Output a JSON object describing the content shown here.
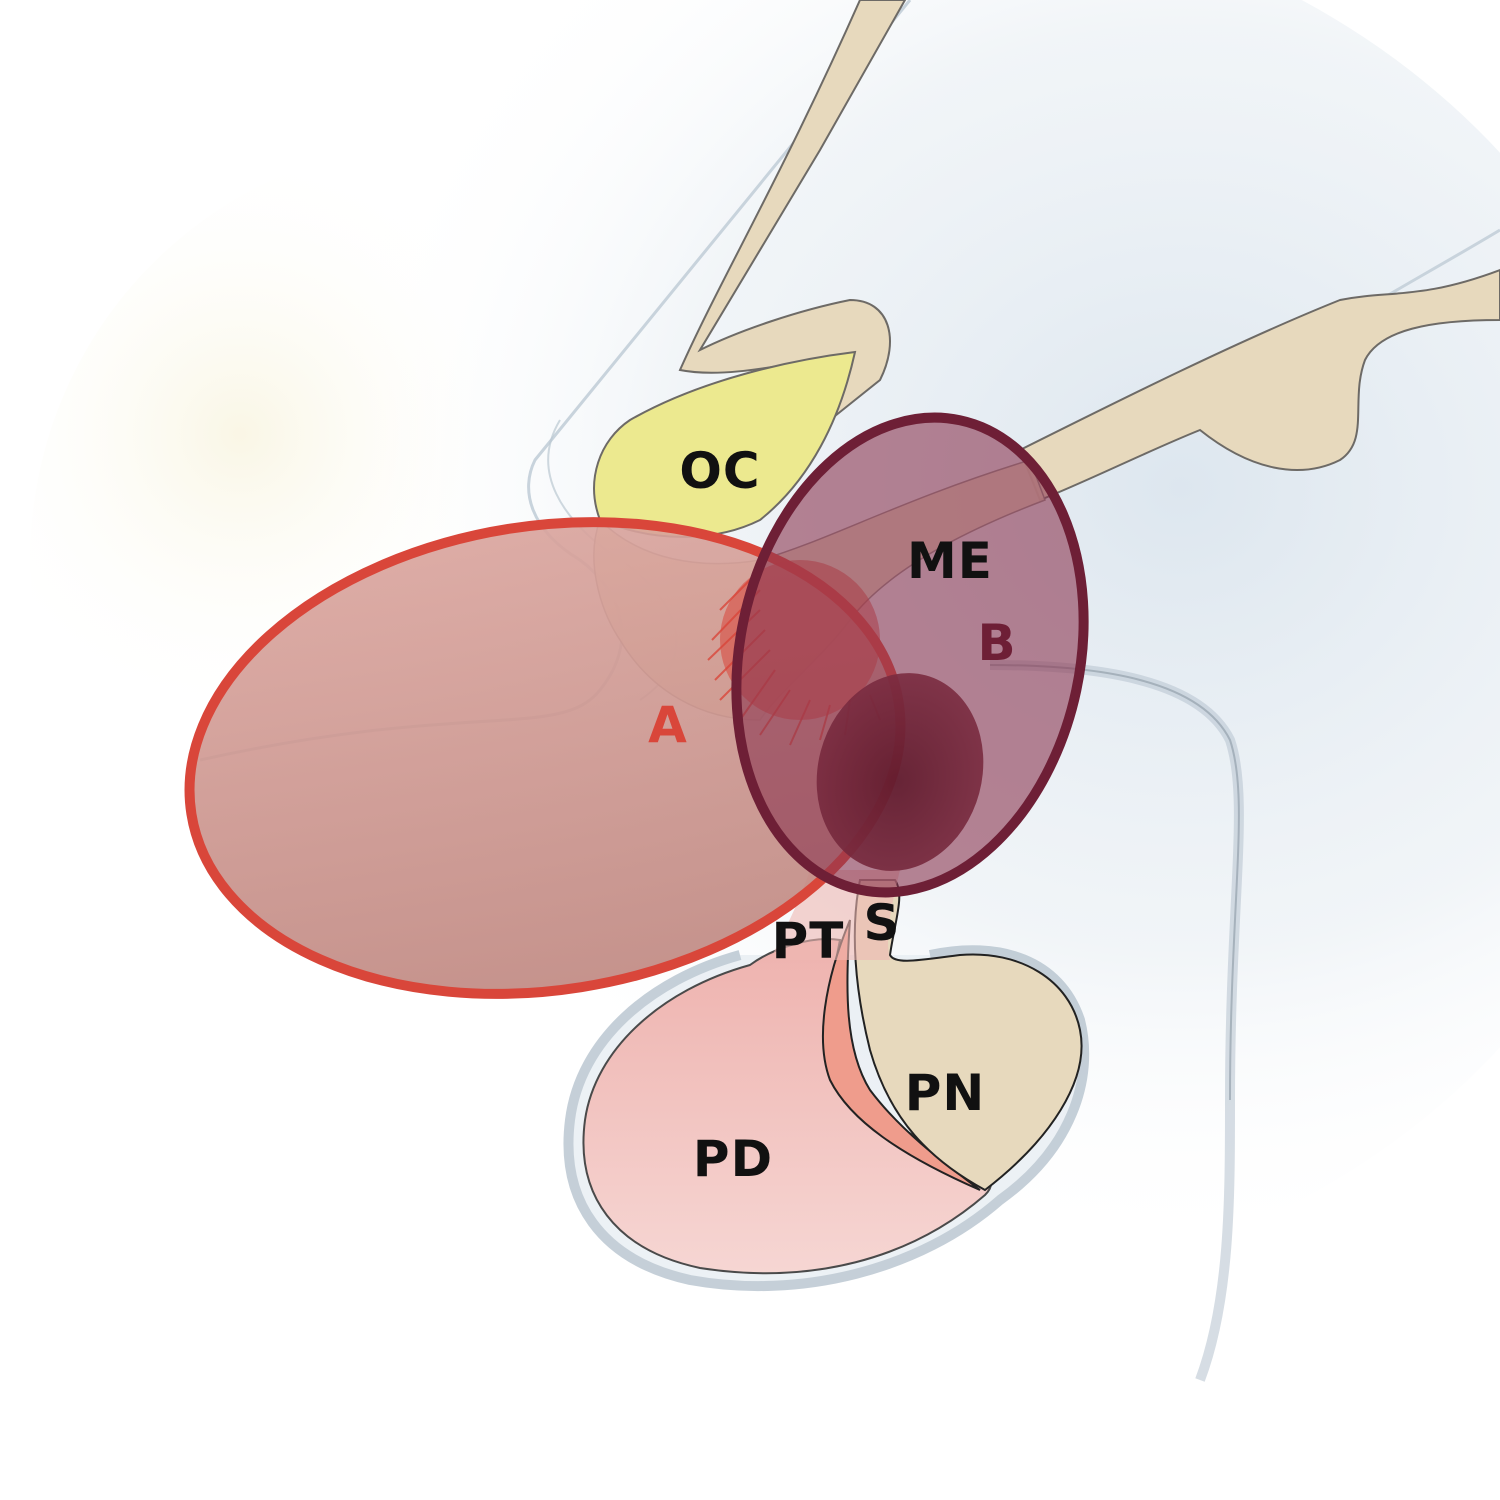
{
  "labels": {
    "oc": "OC",
    "me": "ME",
    "b": "B",
    "a": "A",
    "pt": "PT",
    "s": "S",
    "pn": "PN",
    "pd": "PD"
  },
  "colors": {
    "text_dark": "#111111",
    "lesion_a": "#d9463a",
    "lesion_b": "#6e1f36",
    "optic_chiasm": "#ece98f",
    "bone_tan": "#e7d9bd",
    "pars_distalis": "#efb7b2",
    "pars_tuberalis": "#ef9c8c"
  }
}
